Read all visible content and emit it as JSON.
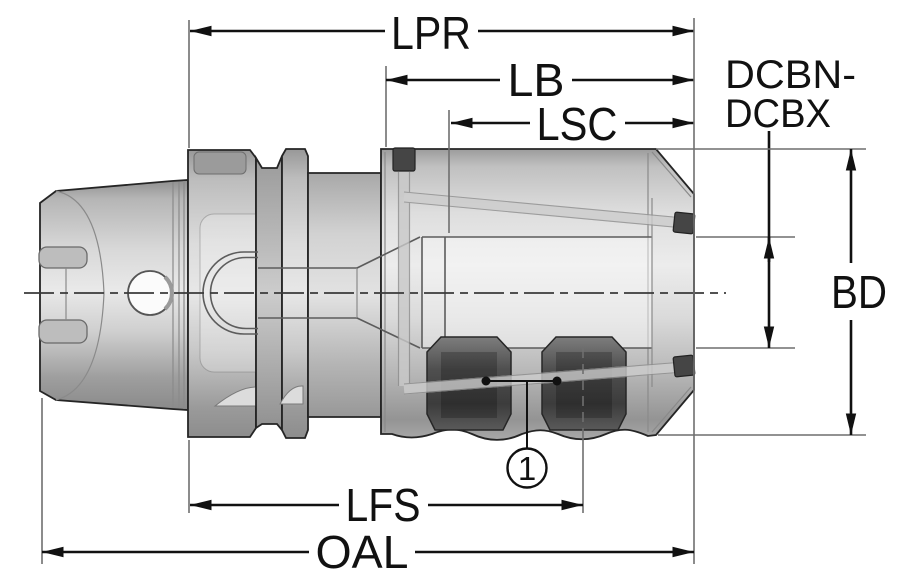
{
  "diagram": {
    "type": "technical-dimension-drawing",
    "subject": "collet-chuck-tool-holder-side-view",
    "labels": {
      "lpr": "LPR",
      "lb": "LB",
      "lsc": "LSC",
      "dcbn_line1": "DCBN-",
      "dcbn_line2": "DCBX",
      "bd": "BD",
      "lfs": "LFS",
      "oal": "OAL"
    },
    "callout": {
      "number": "1"
    },
    "colors": {
      "outline": "#252525",
      "dimension_line": "#111111",
      "extension_line": "#6f6f6f",
      "body_light": "#ebebeb",
      "body_mid": "#c6c6c6",
      "body_dark": "#8f8f8f",
      "screw_dark": "#454545",
      "background": "#ffffff"
    }
  }
}
